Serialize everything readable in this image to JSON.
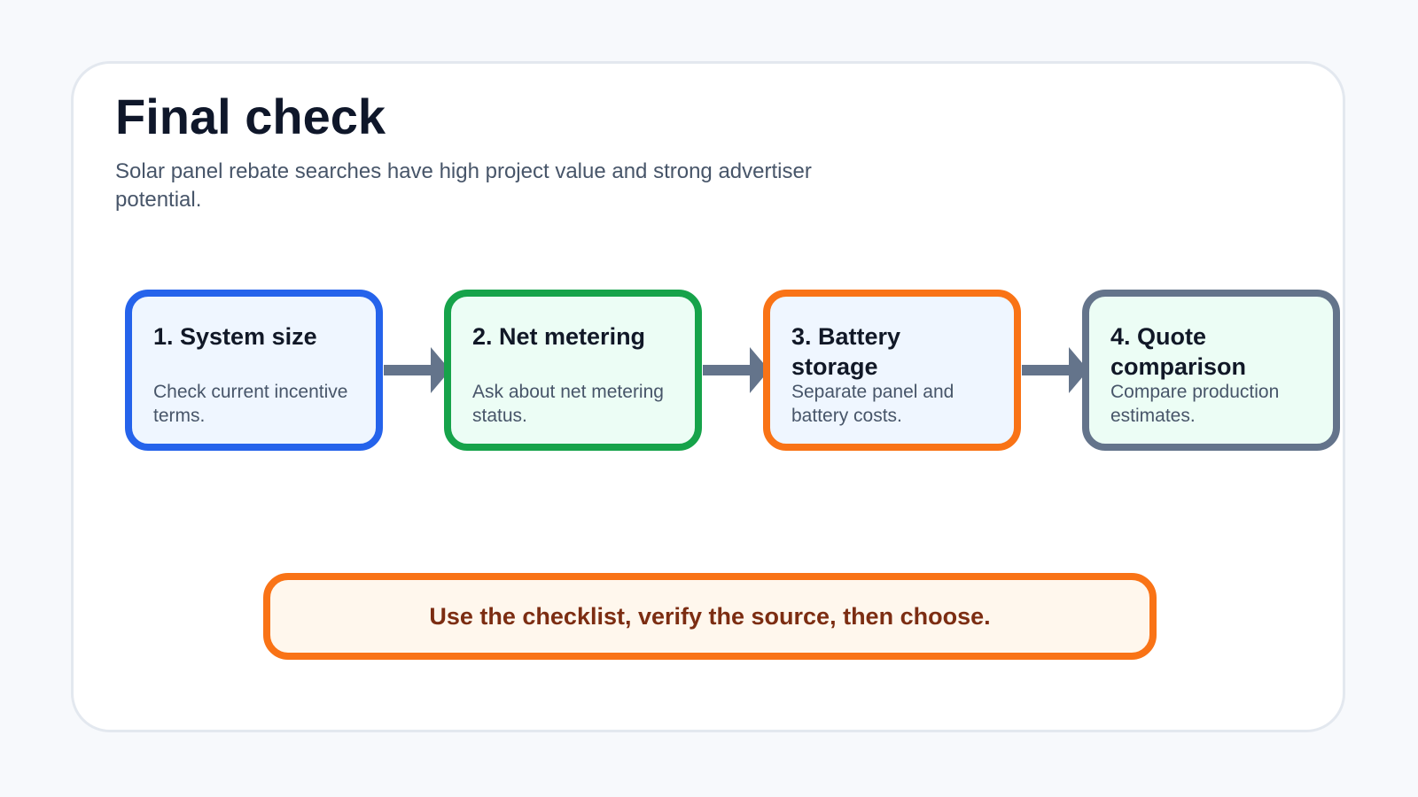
{
  "title": "Final check",
  "subtitle": "Solar panel rebate searches have high project value and strong advertiser potential.",
  "steps": [
    {
      "title": "1. System size",
      "description": "Check current incentive terms.",
      "border_color": "#2563eb",
      "fill_color": "#eff6ff"
    },
    {
      "title": "2. Net metering",
      "description": "Ask about net metering status.",
      "border_color": "#16a34a",
      "fill_color": "#ecfdf5"
    },
    {
      "title": "3. Battery storage",
      "description": "Separate panel and battery costs.",
      "border_color": "#f97316",
      "fill_color": "#eff6ff"
    },
    {
      "title": "4. Quote comparison",
      "description": "Compare production estimates.",
      "border_color": "#64748b",
      "fill_color": "#ecfdf5"
    }
  ],
  "connector_color": "#64748b",
  "callout": {
    "text": "Use the checklist, verify the source, then choose.",
    "border_color": "#f97316",
    "fill_color": "#fff7ed",
    "text_color": "#7c2d12"
  }
}
